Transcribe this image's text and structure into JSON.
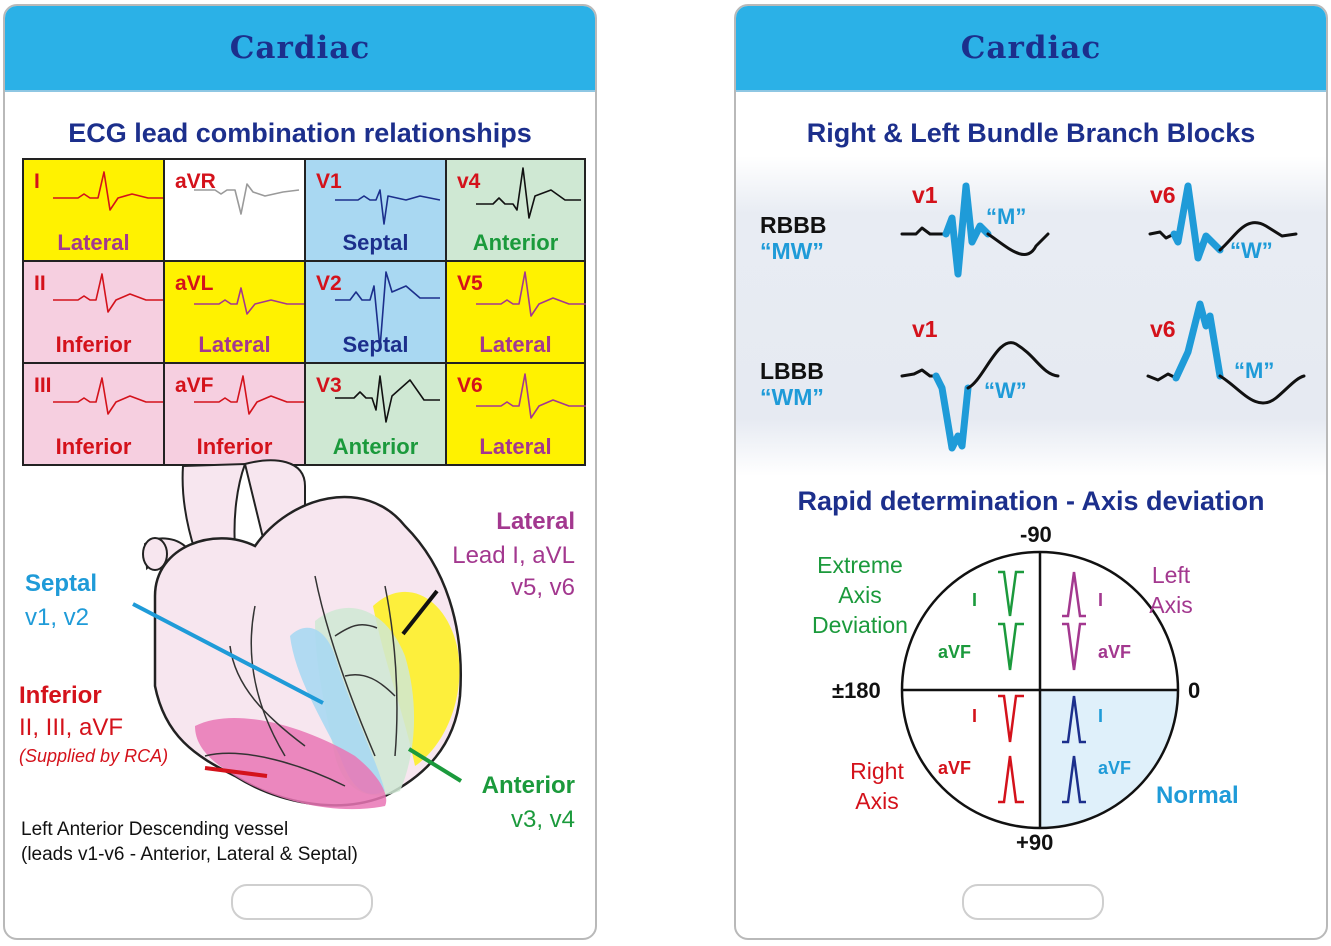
{
  "left_card": {
    "title": "Cardiac",
    "section_title": "ECG lead combination relationships",
    "grid": [
      {
        "lead": "I",
        "region": "Lateral",
        "bg": "#fff200",
        "lead_color": "#d4121b",
        "region_color": "#a3388f",
        "trace_color": "#d4121b"
      },
      {
        "lead": "aVR",
        "region": "",
        "bg": "#ffffff",
        "lead_color": "#d4121b",
        "region_color": "#000000",
        "trace_color": "#9a9a9a"
      },
      {
        "lead": "V1",
        "region": "Septal",
        "bg": "#a9d8f2",
        "lead_color": "#d4121b",
        "region_color": "#1c2f8c",
        "trace_color": "#1c2f8c"
      },
      {
        "lead": "v4",
        "region": "Anterior",
        "bg": "#cfe8d3",
        "lead_color": "#d4121b",
        "region_color": "#1b9a3c",
        "trace_color": "#111111"
      },
      {
        "lead": "II",
        "region": "Inferior",
        "bg": "#f6cfe0",
        "lead_color": "#d4121b",
        "region_color": "#d4121b",
        "trace_color": "#d4121b"
      },
      {
        "lead": "aVL",
        "region": "Lateral",
        "bg": "#fff200",
        "lead_color": "#d4121b",
        "region_color": "#a3388f",
        "trace_color": "#a3388f"
      },
      {
        "lead": "V2",
        "region": "Septal",
        "bg": "#a9d8f2",
        "lead_color": "#d4121b",
        "region_color": "#1c2f8c",
        "trace_color": "#1c2f8c"
      },
      {
        "lead": "V5",
        "region": "Lateral",
        "bg": "#fff200",
        "lead_color": "#d4121b",
        "region_color": "#a3388f",
        "trace_color": "#a3388f"
      },
      {
        "lead": "III",
        "region": "Inferior",
        "bg": "#f6cfe0",
        "lead_color": "#d4121b",
        "region_color": "#d4121b",
        "trace_color": "#d4121b"
      },
      {
        "lead": "aVF",
        "region": "Inferior",
        "bg": "#f6cfe0",
        "lead_color": "#d4121b",
        "region_color": "#d4121b",
        "trace_color": "#d4121b"
      },
      {
        "lead": "V3",
        "region": "Anterior",
        "bg": "#cfe8d3",
        "lead_color": "#d4121b",
        "region_color": "#1b9a3c",
        "trace_color": "#111111"
      },
      {
        "lead": "V6",
        "region": "Lateral",
        "bg": "#fff200",
        "lead_color": "#d4121b",
        "region_color": "#a3388f",
        "trace_color": "#a3388f"
      }
    ],
    "regions": {
      "lateral": {
        "name": "Lateral",
        "leads_line1": "Lead I, aVL",
        "leads_line2": "v5, v6"
      },
      "septal": {
        "name": "Septal",
        "leads": "v1, v2"
      },
      "inferior": {
        "name": "Inferior",
        "leads": "II, III, aVF",
        "note": "(Supplied by RCA)"
      },
      "anterior": {
        "name": "Anterior",
        "leads": "v3, v4"
      }
    },
    "lad_note_line1": "Left Anterior Descending vessel",
    "lad_note_line2": "(leads v1-v6 - Anterior, Lateral & Septal)"
  },
  "right_card": {
    "title": "Cardiac",
    "bbb_title": "Right & Left Bundle Branch Blocks",
    "rbbb": {
      "label": "RBBB",
      "code": "“MW”",
      "v1_label": "v1",
      "v1_quote": "“M”",
      "v6_label": "v6",
      "v6_quote": "“W”"
    },
    "lbbb": {
      "label": "LBBB",
      "code": "“WM”",
      "v1_label": "v1",
      "v1_quote": "“W”",
      "v6_label": "v6",
      "v6_quote": "“M”"
    },
    "axis_title": "Rapid determination - Axis deviation",
    "axis_ticks": {
      "top": "-90",
      "bottom": "+90",
      "left": "±180",
      "right": "0"
    },
    "quadrants": {
      "extreme": {
        "line1": "Extreme",
        "line2": "Axis",
        "line3": "Deviation",
        "lead1": "I",
        "lead2": "aVF"
      },
      "left_axis": {
        "line1": "Left",
        "line2": "Axis",
        "lead1": "I",
        "lead2": "aVF"
      },
      "right_axis": {
        "line1": "Right",
        "line2": "Axis",
        "lead1": "I",
        "lead2": "aVF"
      },
      "normal": {
        "line1": "Normal",
        "lead1": "I",
        "lead2": "aVF"
      }
    }
  },
  "colors": {
    "header": "#2bb1e7",
    "title": "#1c2f8c",
    "blue": "#1f9bd8",
    "red": "#d4121b",
    "green": "#1b9a3c",
    "magenta": "#a3388f",
    "navy": "#1c2f8c"
  }
}
